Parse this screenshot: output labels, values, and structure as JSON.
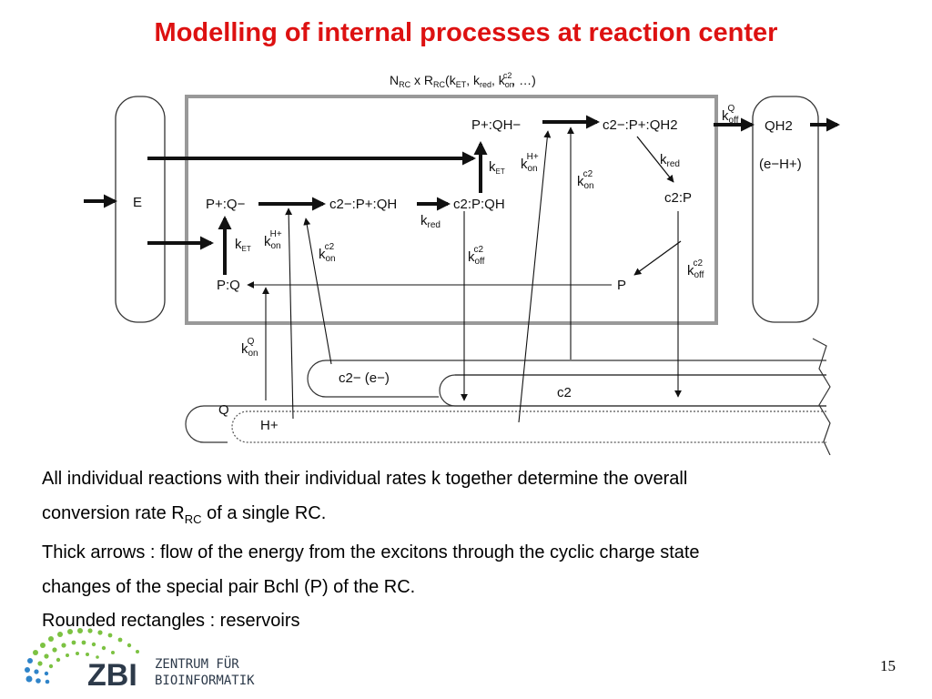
{
  "slide": {
    "title": "Modelling of internal processes at reaction center",
    "page_number": "15"
  },
  "diagram": {
    "rate_function": {
      "n": "N",
      "n_sub": "RC",
      "times": " x ",
      "r": "R",
      "r_sub": "RC",
      "open": "(k",
      "k_et_sub": "ET",
      "comma1": ", k",
      "k_red_sub": "red",
      "comma2": ", k",
      "k_on_sub": "on",
      "k_on_sup": "c2",
      "close": ", …)"
    },
    "states": {
      "p_plus_qh_minus": "P+:QH−",
      "c2_minus_p_plus_qh2": "c2−:P+:QH2",
      "p_plus_q_minus": "P+:Q−",
      "c2_minus_p_plus_qh": "c2−:P+:QH",
      "c2_p_qh": "c2:P:QH",
      "c2_p": "c2:P",
      "p_q": "P:Q",
      "p": "P"
    },
    "reservoirs": {
      "e": "E",
      "qh2": "QH2",
      "e_h_pair": "(e−H+)",
      "c2_minus_e": "c2−  (e−)",
      "c2": "c2",
      "q": "Q",
      "h_plus": "H+"
    },
    "rates": {
      "k": "k",
      "off_q_sub": "off",
      "off_q_sup": "Q",
      "et_sub": "ET",
      "on_h_sub": "on",
      "on_h_sup": "H+",
      "red_sub": "red",
      "on_c2_sub": "on",
      "on_c2_sup": "c2",
      "off_c2_sub": "off",
      "off_c2_sup": "c2",
      "on_q_sub": "on",
      "on_q_sup": "Q"
    }
  },
  "caption": {
    "line1": "All individual reactions with their individual rates k together determine the overall",
    "line2_pre": "conversion rate R",
    "line2_sub": "RC",
    "line2_post": " of a single RC.",
    "line3": "Thick arrows : flow of the energy from the excitons through the cyclic charge state",
    "line4": "changes of the special pair Bchl (P) of the RC.",
    "line5": "Rounded rectangles : reservoirs"
  },
  "logo": {
    "acronym": "ZBI",
    "line1": "ZENTRUM FÜR",
    "line2": "BIOINFORMATIK",
    "color_dark": "#2d3a4a",
    "color_green": "#7cc242",
    "color_blue": "#2f84c9"
  }
}
